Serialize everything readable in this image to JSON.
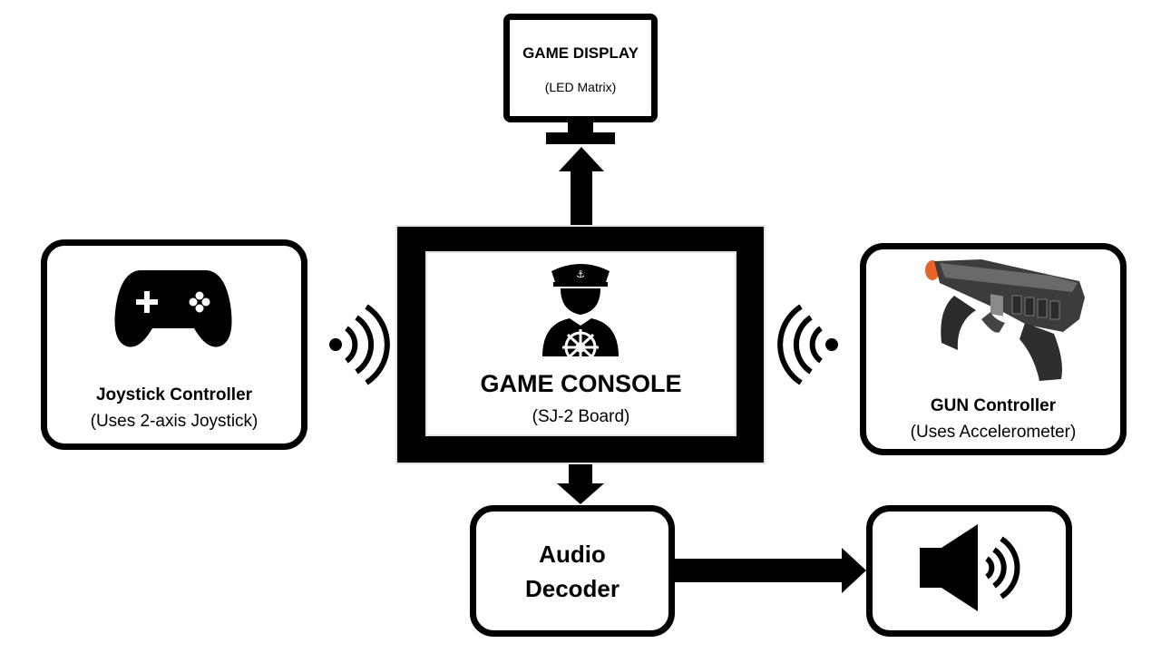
{
  "display": {
    "title": "GAME DISPLAY",
    "subtitle": "(LED Matrix)"
  },
  "console": {
    "title": "GAME CONSOLE",
    "subtitle": "(SJ-2 Board)"
  },
  "joystick": {
    "title": "Joystick Controller",
    "subtitle": "(Uses 2-axis Joystick)"
  },
  "gun": {
    "title": "GUN Controller",
    "subtitle": "(Uses Accelerometer)"
  },
  "audio": {
    "line1": "Audio",
    "line2": "Decoder"
  },
  "icons": [
    "monitor-icon",
    "captain-icon",
    "gamepad-icon",
    "gun-icon",
    "wireless-signal-icon",
    "speaker-icon",
    "arrow-icon"
  ],
  "colors": {
    "stroke": "#000000",
    "background": "#ffffff",
    "gun_tip": "#e8642a"
  }
}
